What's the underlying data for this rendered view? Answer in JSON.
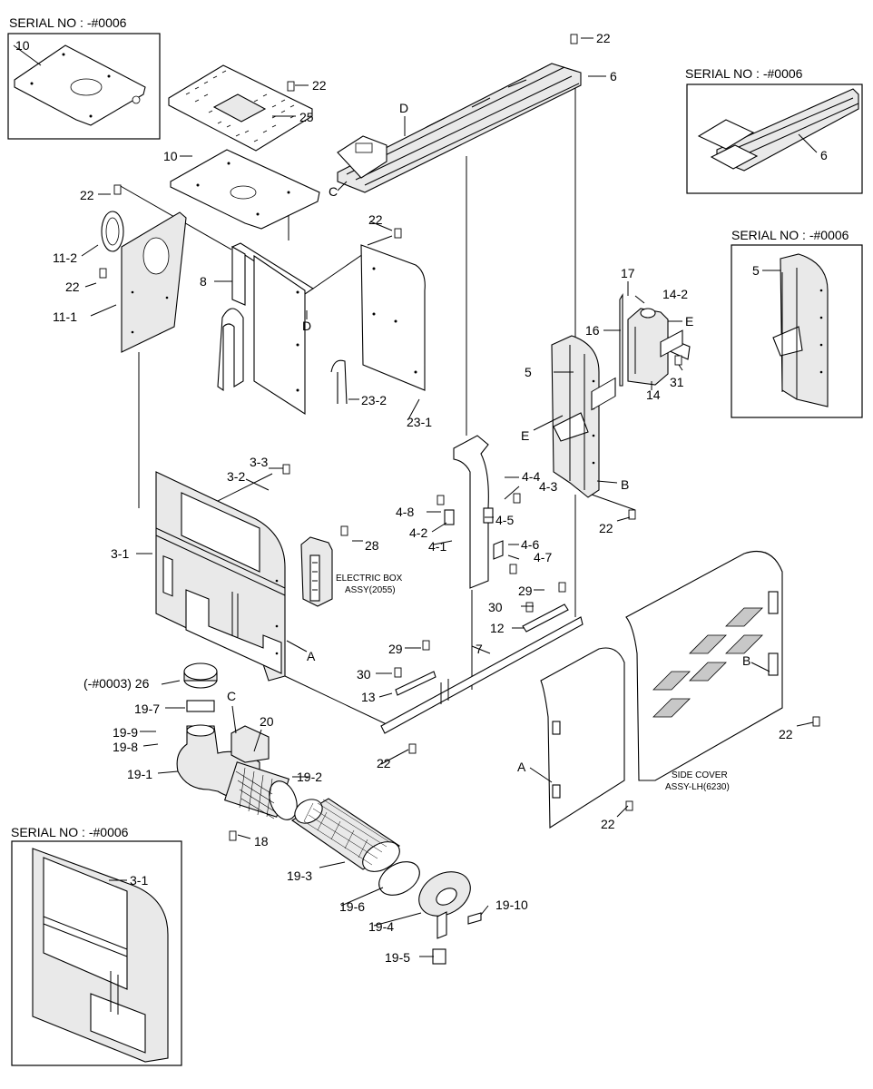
{
  "serial_labels": {
    "top_left": "SERIAL NO : -#0006",
    "top_right": "SERIAL NO : -#0006",
    "mid_right": "SERIAL NO : -#0006",
    "bottom_left": "SERIAL NO : -#0006"
  },
  "parts": {
    "p10_inset": "10",
    "p6_inset": "6",
    "p5_inset": "5",
    "p3_1_inset": "3-1",
    "p22_top": "22",
    "p6": "6",
    "p22_plate": "22",
    "p25": "25",
    "p10": "10",
    "pD_top": "D",
    "pC_top": "C",
    "p22_left": "22",
    "p11_2": "11-2",
    "p22_left2": "22",
    "p11_1": "11-1",
    "p8": "8",
    "pD_mid": "D",
    "p22_mid": "22",
    "p23_2": "23-2",
    "p23_1": "23-1",
    "p17": "17",
    "p14_2": "14-2",
    "p16": "16",
    "pE_tank": "E",
    "p14": "14",
    "p31": "31",
    "p5": "5",
    "pE": "E",
    "pB": "B",
    "p22_right": "22",
    "p3_3": "3-3",
    "p3_2": "3-2",
    "p3_1": "3-1",
    "p28": "28",
    "p4_4": "4-4",
    "p4_3": "4-3",
    "p4_8": "4-8",
    "p4_5": "4-5",
    "p4_2": "4-2",
    "p4_1": "4-1",
    "p4_6": "4-6",
    "p4_7": "4-7",
    "pA": "A",
    "p29_a": "29",
    "p30_a": "30",
    "p12": "12",
    "p7": "7",
    "p29_b": "29",
    "p30_b": "30",
    "p13": "13",
    "p22_bottom": "22",
    "p26": "(-#0003) 26",
    "p19_7": "19-7",
    "pC_filter": "C",
    "p20": "20",
    "p19_9": "19-9",
    "p19_8": "19-8",
    "p19_1": "19-1",
    "p19_2": "19-2",
    "p18": "18",
    "p19_3": "19-3",
    "p19_6": "19-6",
    "p19_4": "19-4",
    "p19_10": "19-10",
    "p19_5": "19-5",
    "pB_cover": "B",
    "p22_cover": "22",
    "pA_cover": "A",
    "p22_cover2": "22"
  },
  "electric_box": {
    "line1": "ELECTRIC BOX",
    "line2": "ASSY(2055)"
  },
  "side_cover": {
    "line1": "SIDE COVER",
    "line2": "ASSY-LH(6230)"
  }
}
